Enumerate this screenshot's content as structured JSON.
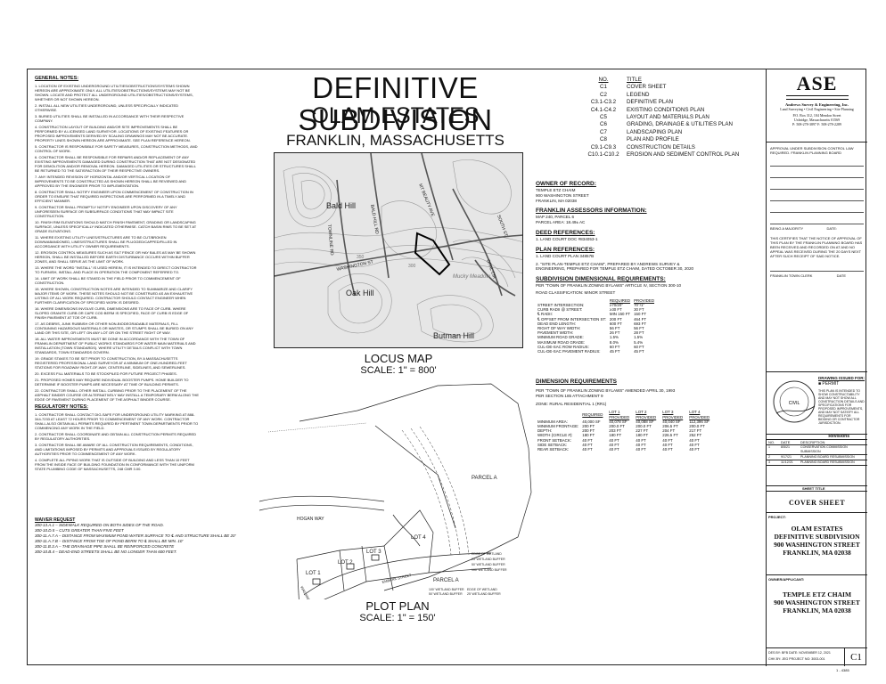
{
  "title": {
    "main": "DEFINITIVE SUBDIVISION",
    "sub": "OLAM ESTATES",
    "location": "FRANKLIN, MASSACHUSETTS"
  },
  "general_notes": {
    "heading": "GENERAL NOTES:",
    "items": [
      "1. LOCATION OF EXISTING UNDERGROUND UTILITIES/OBSTRUCTIONS/SYSTEMS SHOWN HEREON ARE APPROXIMATE ONLY. ALL UTILITIES/OBSTRUCTIONS/SYSTEMS MAY NOT BE SHOWN. LOCATE AND PROTECT ALL UNDERGROUND UTILITIES/OBSTRUCTIONS/SYSTEMS, WHETHER OR NOT SHOWN HEREON.",
      "2. INSTALL ALL NEW UTILITIES UNDERGROUND, UNLESS SPECIFICALLY INDICATED OTHERWISE.",
      "3. BURIED UTILITIES SHALL BE INSTALLED IN ACCORDANCE WITH THEIR RESPECTIVE COMPANY.",
      "4. CONSTRUCTION LAYOUT OF BUILDING AND/OR SITE IMPROVEMENTS SHALL BE PERFORMED BY A LICENSED LAND SURVEYOR. LOCATIONS OF EXISTING FEATURES OR PROPOSED IMPROVEMENTS DERIVED BY SCALING DRAWINGS MAY NOT BE ACCURATE. PROPERTY LINES SHOWN HEREON ARE APPROXIMATE. SEE PLAN REFERENCE HEREON.",
      "5. CONTRACTOR IS RESPONSIBLE FOR SAFETY MEASURES, CONSTRUCTION METHODS, AND CONTROL OF WORK.",
      "6. CONTRACTOR SHALL BE RESPONSIBLE FOR REPAIRS AND/OR REPLACEMENT OF ANY EXISTING IMPROVEMENTS DAMAGED DURING CONSTRUCTION THAT ARE NOT DESIGNATED FOR DEMOLITION AND/OR REMOVAL HEREON. DAMAGED UTILITIES OR STRUCTURES SHALL BE RETURNED TO THE SATISFACTION OF THEIR RESPECTIVE OWNERS.",
      "7. ANY INTENDED REVISION OF HORIZONTAL AND/OR VERTICAL LOCATION OF IMPROVEMENTS TO BE CONSTRUCTED AS SHOWN HEREON SHALL BE REVIEWED AND APPROVED BY THE ENGINEER PRIOR TO IMPLEMENTATION.",
      "8. CONTRACTOR SHALL NOTIFY ENGINEER UPON COMMENCEMENT OF CONSTRUCTION IN ORDER TO ENSURE THAT REQUIRED INSPECTIONS ARE PERFORMED IN A TIMELY AND EFFICIENT MANNER.",
      "9. CONTRACTOR SHALL PROMPTLY NOTIFY ENGINEER UPON DISCOVERY OF ANY UNFORESEEN SURFACE OR SUBSURFACE CONDITIONS THAT MAY IMPACT SITE CONSTRUCTION.",
      "10. FINISH RIM ELEVATIONS SHOULD MATCH FINISH PAVEMENT, GRADING OR LANDSCAPING SURFACE, UNLESS SPECIFICALLY INDICATED OTHERWISE. CATCH BASIN RIMS TO BE SET AT GRADE ELEVATIONS.",
      "11. WHERE EXISTING UTILITY LINES/STRUCTURES ARE TO BE CUT/BROKEN DOWN/ABANDONED, LINES/STRUCTURES SHALL BE PLUGGED/CAPPED/FILLED IN ACCORDANCE WITH UTILITY OWNER REQUIREMENTS.",
      "12. EROSION CONTROL MEASURES SUCH AS SILT FENCE OR HAY BALES AS MAY BE SHOWN HEREON, SHALL BE INSTALLED BEFORE EARTH DISTURBANCE OCCURS WITHIN BUFFER ZONES, AND SHALL SERVE AS THE LIMIT OF WORK.",
      "13. WHERE THE WORD \"INSTALL\" IS USED HEREIN, IT IS INTENDED TO DIRECT CONTRACTOR TO FURNISH, INSTALL AND PLACE IN OPERATION THE COMPONENT REFERRED TO.",
      "14. LIMIT OF WORK SHALL BE STAKED IN THE FIELD PRIOR TO COMMENCEMENT OF CONSTRUCTION.",
      "15. WHERE SHOWN, CONSTRUCTION NOTES ARE INTENDED TO SUMMARIZE AND CLARIFY MAJOR ITEMS OF WORK. THESE NOTES SHOULD NOT BE CONSTRUED AS AN EXHAUSTIVE LISTING OF ALL WORK REQUIRED. CONTRACTOR SHOULD CONTACT ENGINEER WHEN FURTHER CLARIFICATION OF SPECIFIED WORK IS DESIRED.",
      "16. WHERE DIMENSIONS INVOLVE CURB, DIMENSIONS ARE TO FACE OF CURB. WHERE SLOPED GRANITE CURB OR CAPE COD BERM IS SPECIFIED, FACE OF CURB IS EDGE OF FINISH PAVEMENT AT TOE OF CURB.",
      "17. AS DEBRIS, JUNK RUBBISH OR OTHER NON-BIODEGRADABLE MATERIALS, FILL CONTAINING HAZARDOUS MATERIALS OR WASTES, OR STUMPS SHALL BE BURIED ON ANY LAND OR THIS SITE, OR LEFT ON ANY LOT OR ON THE STREET RIGHT OF WAY.",
      "18. ALL WATER IMPROVEMENTS MUST BE DONE IN ACCORDANCE WITH THE TOWN OF FRANKLIN DEPARTMENT OF PUBLIC WORKS STANDARDS FOR WATER MAIN MATERIALS AND INSTALLATION (TOWN STANDARDS). WHERE UTILITY DETAILS CONFLICT WITH TOWN STANDARDS, TOWN STANDARDS GOVERN.",
      "19. GRADE STAKES TO BE SET PRIOR TO CONSTRUCTION, BY A MASSACHUSETTS REGISTERED PROFESSIONAL LAND SURVEYOR AT A MINIMUM OF ONE-HUNDRED-FEET STATIONS FOR ROADWAY RIGHT-OF-WAY, CENTERLINE, SIDELINES, AND SEWERLINES.",
      "20. EXCESS FILL MATERIALS TO BE STOCKPILED FOR FUTURE PROJECT PHASES.",
      "21. PROPOSED HOMES MAY REQUIRE INDIVIDUAL BOOSTER PUMPS. HOME BUILDER TO DETERMINE IF BOOSTER PUMPS ARE NECESSARY AT TIME OF BUILDING PERMITS.",
      "22. CONTRACTOR SHALL OTHER INSTALL CURBING PRIOR TO THE PLACEMENT OF THE ASPHALT BINDER COURSE OR ALTERNATIVELY MAY INSTALL A TEMPORARY BERM ALONG THE EDGE OF PAVEMENT DURING PLACEMENT OF THE ASPHALT BINDER COURSE."
    ],
    "reg_heading": "REGULATORY NOTES:",
    "reg_items": [
      "1. CONTRACTOR SHALL CONTACT DIG-SAFE FOR UNDERGROUND UTILITY MARKING AT 888-344-7233 AT LEAST 72 HOURS PRIOR TO COMMENCEMENT OF ANY WORK. CONTRACTOR SHALL ALSO OBTAIN ALL PERMITS REQUIRED BY PERTINENT TOWN DEPARTMENTS PRIOR TO COMMENCING ANY WORK IN THE FIELD.",
      "2. CONTRACTOR SHALL COORDINATE AND OBTAIN ALL CONSTRUCTION PERMITS REQUIRED BY REGULATORY AUTHORITIES.",
      "3. CONTRACTOR SHALL BE AWARE OF ALL CONSTRUCTION REQUIREMENTS, CONDITIONS, AND LIMITATIONS IMPOSED BY PERMITS AND APPROVALS ISSUED BY REGULATORY AUTHORITIES PRIOR TO COMMENCEMENT OF ANY WORK.",
      "4. COMPLETE ALL PIPING WORK THAT IS OUTSIDE OF BUILDING AND LESS THAN 10 FEET FROM THE INSIDE FACE OF BUILDING FOUNDATION IN CONFORMANCE WITH THE UNIFORM STATE PLUMBING CODE OF MASSACHUSETTS, 248 CMR 3.00."
    ]
  },
  "waiver": {
    "heading": "WAIVER REQUEST",
    "items": [
      "300-13.A.1 – SIDEWALK REQUIRED ON BOTH SIDES OF THE ROAD.",
      "300-10.D.5 – CUTS GREATER THAN FIVE FEET",
      "300-11.A.7.A – DISTANCE FROM MAXIMUM POND WATER SURFACE TO ℄ AND STRUCTURE SHALL BE 20'",
      "300-11.A.7.B – DISTANCE FROM TOE OF POND BERM TO ℄ SHALL BE MIN. 10'",
      "300-11.B.3.A – THE DRAINAGE PIPE SHALL BE REINFORCED CONCRETE",
      "300-10.B.4 – DEAD-END STREETS SHALL BE NO LONGER THAN 600 FEET."
    ]
  },
  "sheet_index": {
    "no_header": "NO.",
    "title_header": "TITLE",
    "rows": [
      {
        "no": "C1",
        "title": "COVER SHEET"
      },
      {
        "no": "C2",
        "title": "LEGEND"
      },
      {
        "no": "C3.1-C3.2",
        "title": "DEFINITIVE PLAN"
      },
      {
        "no": "C4.1-C4.2",
        "title": "EXISTING CONDITIONS PLAN"
      },
      {
        "no": "C5",
        "title": "LAYOUT AND MATERIALS PLAN"
      },
      {
        "no": "C6",
        "title": "GRADING, DRAINAGE & UTILITIES PLAN"
      },
      {
        "no": "C7",
        "title": "LANDSCAPING PLAN"
      },
      {
        "no": "C8",
        "title": "PLAN AND PROFILE"
      },
      {
        "no": "C9.1-C9.3",
        "title": "CONSTRUCTION DETAILS"
      },
      {
        "no": "C10.1-C10.2",
        "title": "EROSION AND SEDIMENT CONTROL PLAN"
      }
    ]
  },
  "locus": {
    "labels": {
      "bald_hill": "Bald Hill",
      "oak_hill": "Oak Hill",
      "butman_hill": "Butman Hill",
      "meadow": "Mucky Meadow",
      "washington": "WASHINGTON ST",
      "bald_hill_rd": "BALD HILL RD",
      "townline": "TOWNLINE RD",
      "south": "SOUTH ST",
      "opal": "OPAL CIR",
      "mt_ave": "MT BEAUTY AVE",
      "c350": "350",
      "c300": "300"
    },
    "caption": "LOCUS MAP",
    "scale": "SCALE: 1\" = 800'"
  },
  "plot": {
    "caption": "PLOT PLAN",
    "scale": "SCALE: 1\" = 150'",
    "labels": {
      "parcel_a_top": "PARCEL A",
      "parcel_a_mid": "PARCEL A",
      "lot1": "LOT 1",
      "lot2": "LOT 2",
      "lot3": "LOT 3",
      "lot4": "LOT 4",
      "hogan": "HOGAN WAY",
      "washington": "WASHINGTON STREET",
      "embark": "EMBARK STREET",
      "wetland1": "EDGE OF WETLAND",
      "wetland2": "25' WETLAND BUFFER",
      "wetland3": "50' WETLAND BUFFER",
      "wetland4": "100' WETLAND BUFFER",
      "edge_wetland": "EDGE OF WETLAND",
      "buf25": "25' WETLAND BUFFER",
      "buf50": "50' WETLAND BUFFER",
      "buf100": "100' WETLAND BUFFER"
    }
  },
  "owner": {
    "heading": "OWNER OF RECORD:",
    "lines": [
      "TEMPLE ETZ CHAIM",
      "900 WASHINGTON STREET",
      "FRANKLIN, MA 02038"
    ]
  },
  "assessor": {
    "heading": "FRANKLIN ASSESSORS INFORMATION:",
    "lines": [
      "MAP 240, PARCEL 6",
      "PARCEL AREA: 18.49± AC"
    ]
  },
  "deed": {
    "heading": "DEED REFERENCES:",
    "lines": [
      "1. LAND COURT DOC #834053-1"
    ]
  },
  "plan_refs": {
    "heading": "PLAN REFERENCES:",
    "lines": [
      "1. LAND COURT PLAN 34857B",
      "2. \"SITE PLAN-TEMPLE ETZ CHAIM\", PREPARED BY ANDREWS SURVEY & ENGINEERING, PREPARED FOR TEMPLE ETZ CHAIM, DATED OCTOBER 30, 2020"
    ]
  },
  "subdivision_req": {
    "heading": "SUBDIVISION DIMENSIONAL REQUIREMENTS:",
    "intro": "PER \"TOWN OF FRANKLIN ZONING BYLAWS\" ARTICLE IV, SECTION 300-10",
    "class": "ROAD CLASSIFICATION: MINOR STREET",
    "col_required": "REQUIRED",
    "col_provided": "PROVIDED",
    "rows": [
      [
        "STREET INTERSECTION:",
        "≥70/20°",
        "70°/1°"
      ],
      [
        "CURB RADII @ STREET:",
        "≥30 FT",
        "30 FT"
      ],
      [
        "℄ RADII:",
        "MIN 150 FT",
        "150 FT"
      ],
      [
        "℄ OFFSET FROM INTERSECTION ST:",
        "200 FT",
        "464 FT"
      ],
      [
        "DEAD END LENGTH:",
        "600 FT",
        "693 FT"
      ],
      [
        "RIGHT OF WAY WIDTH:",
        "56 FT",
        "56 FT"
      ],
      [
        "PAVEMENT WIDTH:",
        "26 FT",
        "28 FT"
      ],
      [
        "MINIMUM ROAD GRADE:",
        "1.5%",
        "1.5%"
      ],
      [
        "MAXIMUM ROAD GRADE:",
        "8.0%",
        "5.4%"
      ],
      [
        "CUL-DE-SAC ROW RADIUS:",
        "60 FT",
        "60 FT"
      ],
      [
        "CUL-DE-SAC PAVEMENT RADIUS:",
        "45 FT",
        "45 FT"
      ]
    ]
  },
  "dimension_req": {
    "heading": "DIMENSION REQUIREMENTS",
    "intro": "PER \"TOWN OF FRANKLIN ZONING BYLAWS\" AMENDED APRIL 30, 1993",
    "intro2": "PER SECTION 185 ATTACHMENT 9",
    "zone": "ZONE: RURAL RESIDENTIAL 1 (RR1)",
    "cols": [
      "REQUIRED",
      "LOT 1 PROVIDED",
      "LOT 2 PROVIDED",
      "LOT 3 PROVIDED",
      "LOT 4 PROVIDED"
    ],
    "rows": [
      [
        "MINIMUM AREA:",
        "40,000 SF",
        "40,078 SF",
        "40,088 SF",
        "40,040 SF",
        "112,396 SF"
      ],
      [
        "MINIMUM FRONTAGE:",
        "200 FT",
        "200.0 FT",
        "200.0 FT",
        "206.5 FT",
        "200.0 FT"
      ],
      [
        "DEPTH:",
        "200 FT",
        "203 FT",
        "227 FT",
        "204 FT",
        "217 FT"
      ],
      [
        "WIDTH (CIRCLE #):",
        "180 FT",
        "180 FT",
        "180 FT",
        "226.5 FT",
        "252 FT"
      ],
      [
        "FRONT SETBACK:",
        "40 FT",
        "40 FT",
        "40 FT",
        "40 FT",
        "40 FT"
      ],
      [
        "SIDE SETBACK:",
        "40 FT",
        "40 FT",
        "40 FT",
        "40 FT",
        "40 FT"
      ],
      [
        "REAR SETBACK:",
        "40 FT",
        "40 FT",
        "40 FT",
        "40 FT",
        "40 FT"
      ]
    ]
  },
  "title_block": {
    "firm_logo": "ASE",
    "firm_name": "Andrews Survey & Engineering, Inc.",
    "firm_services": "Land Surveying • Civil Engineering • Site Planning",
    "firm_address1": "P.O. Box 312, 104 Mendon Street",
    "firm_address2": "Uxbridge, Massachusetts 01569",
    "firm_phone": "P: 508-278-3897   F: 508-278-2289",
    "approval_text": "APPROVAL UNDER SUBDIVISION CONTROL LAW REQUIRED. FRANKLIN PLANNING BOARD",
    "majority_label": "BEING A MAJORITY",
    "date_label": "DATE:",
    "certify_text": "THIS CERTIFIES THAT THE NOTICE OF APPROVAL OF THIS PLAN BY THE FRANKLIN PLANNING BOARD HAS BEEN RECEIVED AND RECORDED ON AT AND NO APPEAL WAS RECEIVED DURING THE 20 DAYS NEXT AFTER SUCH RECEIPT OF SAID NOTICE.",
    "clerk_label": "FRANKLIN TOWN CLERK",
    "clerk_date": "DATE",
    "drawing_issued": "DRAWING ISSUED FOR:",
    "issued_for": "PERMIT",
    "stamp_name": "CIVIL",
    "stamp_note": "THIS PLAN IS INTENDED TO SHOW CONSTRUCTABILITY AND MAY NOT SHOW ALL CONSTRUCTION DETAILS AND SPECIFICATIONS FOR PROPOSED IMPROVEMENTS, AND MAY NOT SATISFY ALL REQUIREMENTS FOR BIDDING OR CONTRACTOR JURISDICTION.",
    "revisions_label": "Revisions",
    "rev_cols": [
      "NO.",
      "DATE",
      "DESCRIPTION"
    ],
    "revisions": [
      [
        "1",
        "8/5/21",
        "CONSERVATION COMMISSION SUBMISSION"
      ],
      [
        "2",
        "9/17/21",
        "PLANNING BOARD RESUBMISSION"
      ],
      [
        "3",
        "11/12/21",
        "PLANNING BOARD RESUBMISSION"
      ]
    ],
    "sheet_title_label": "SHEET TITLE",
    "sheet_title": "COVER SHEET",
    "project_label": "PROJECT:",
    "project_lines": [
      "OLAM ESTATES",
      "DEFINITIVE SUBDIVISION",
      "900 WASHINGTON STREET",
      "FRANKLIN, MA 02038"
    ],
    "owner_label": "OWNER/APPLICANT:",
    "owner_lines": [
      "TEMPLE ETZ CHAIM",
      "900 WASHINGTON STREET",
      "FRANKLIN, MA 02038"
    ],
    "meta_line1": "DES BY: BFB  DATE: NOVEMBER 12, 2021",
    "meta_line2": "CHK BY: JEG  PROJECT NO: 3003-001",
    "sheet_no": "C1",
    "sheet_of": "1 - 4385"
  },
  "colors": {
    "ink": "#111111",
    "map_fill": "#e6e6e6",
    "contour": "#9a9a9a"
  }
}
